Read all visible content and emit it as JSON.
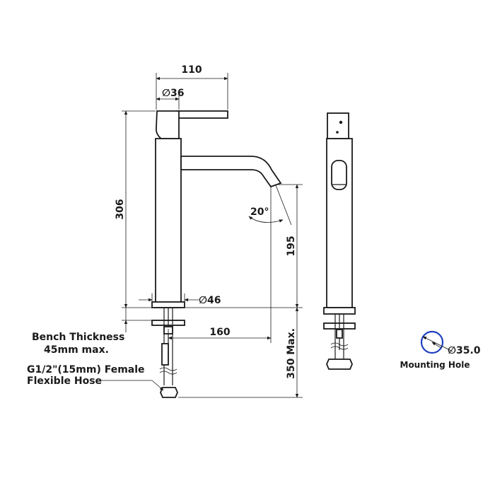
{
  "dimensions": {
    "spout_reach": "110",
    "lever_diameter": "∅36",
    "height": "306",
    "spout_angle": "20°",
    "spout_height": "195",
    "base_diameter": "∅46",
    "spout_projection": "160",
    "max_hose_length": "350 Max."
  },
  "labels": {
    "bench_line1": "Bench Thickness",
    "bench_line2": "45mm max.",
    "hose_line1": "G1/2\"(15mm) Female",
    "hose_line2": "Flexible Hose",
    "mounting_diameter": "∅35.0",
    "mounting_label": "Mounting Hole"
  },
  "colors": {
    "line": "#1a1a1a",
    "mounting_circle": "#1f3fbf"
  }
}
